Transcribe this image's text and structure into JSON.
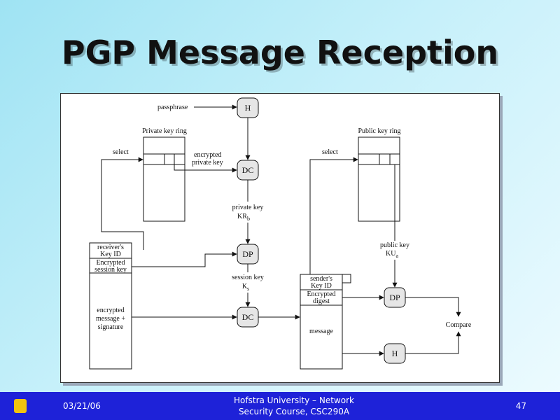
{
  "slide": {
    "title": "PGP Message Reception"
  },
  "diagram": {
    "passphrase": "passphrase",
    "private_key_ring": "Private key ring",
    "public_key_ring": "Public key ring",
    "select_left": "select",
    "select_right": "select",
    "encrypted_private_key": [
      "encrypted",
      "private key"
    ],
    "private_key": [
      "private key",
      "KR",
      "b"
    ],
    "session_key": [
      "session key",
      "K",
      "s"
    ],
    "public_key": [
      "public key",
      "KU",
      "a"
    ],
    "nodes": {
      "h_top": "H",
      "dc_top": "DC",
      "dp_mid": "DP",
      "dc_bottom": "DC",
      "dp_right": "DP",
      "h_right": "H"
    },
    "left_message": {
      "receivers_key_id": [
        "receiver's",
        "Key ID"
      ],
      "encrypted_session_key": [
        "Encrypted",
        "session key"
      ],
      "encrypted_message": [
        "encrypted",
        "message +",
        "signature"
      ]
    },
    "right_message": {
      "senders_key_id": [
        "sender's",
        "Key ID"
      ],
      "encrypted_digest": [
        "Encrypted",
        "digest"
      ],
      "message": "message"
    },
    "compare": "Compare"
  },
  "footer": {
    "date": "03/21/06",
    "course": [
      "Hofstra University – Network",
      "Security Course, CSC290A"
    ],
    "page": "47"
  },
  "colors": {
    "footer_bg": "#1e22d8",
    "node_fill": "#e6e6e6"
  }
}
